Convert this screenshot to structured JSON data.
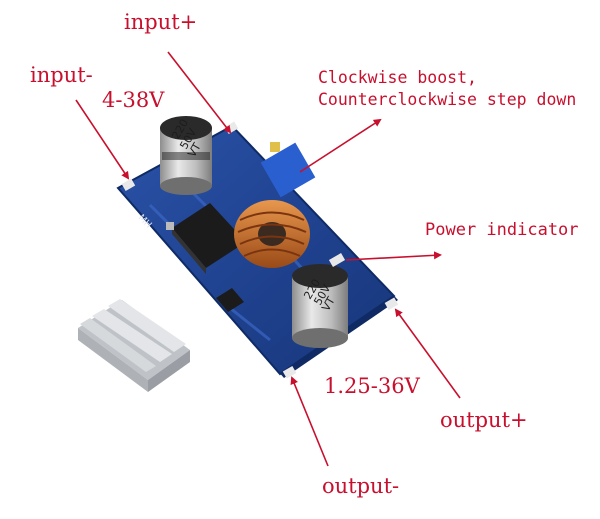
{
  "labels": {
    "input_plus": "input+",
    "input_minus": "input-",
    "input_voltage": "4-38V",
    "adjust_line1": "Clockwise boost,",
    "adjust_line2": "Counterclockwise step down",
    "power_indicator": "Power indicator",
    "output_voltage": "1.25-36V",
    "output_plus": "output+",
    "output_minus": "output-"
  },
  "capacitor_marking": {
    "value": "220",
    "voltage": "50V",
    "series": "VT"
  },
  "silkscreen": {
    "text": "MH"
  },
  "colors": {
    "annotation_red": "#c8102e",
    "pcb_blue": "#1f3f8f",
    "copper_coil": "#c96a2a",
    "capacitor_silver": "#c9c9c9",
    "heatsink_silver": "#cfd2d6",
    "potentiometer_blue": "#2a5fd0"
  },
  "icons": {
    "board": "pcb-module-photo",
    "heatsink": "heatsink-photo",
    "arrow": "red-arrow"
  }
}
